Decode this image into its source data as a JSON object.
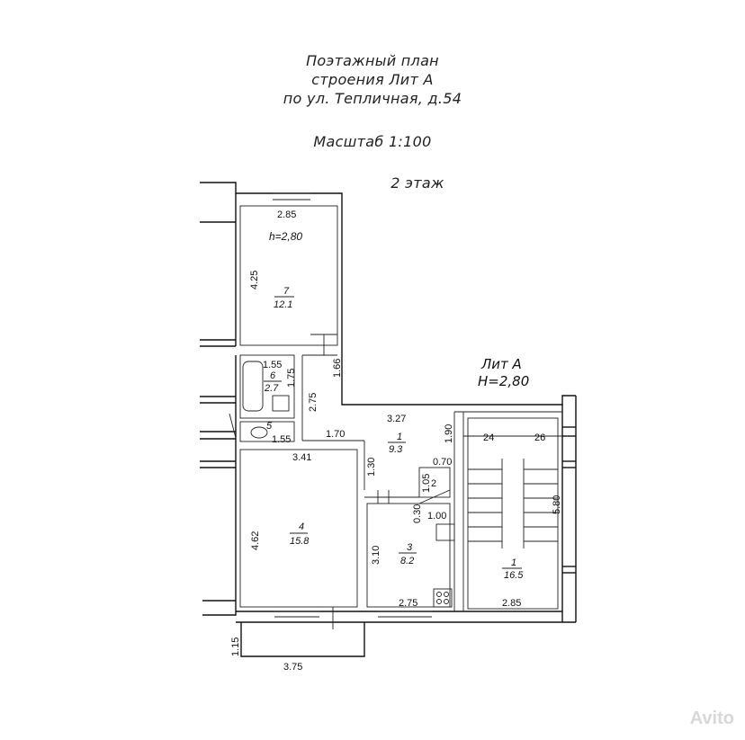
{
  "header": {
    "line1": "Поэтажный план",
    "line2": "строения Лит А",
    "line3": "по ул. Тепличная, д.54",
    "scale": "Масштаб 1:100",
    "floor": "2 этаж"
  },
  "lit": {
    "name": "Лит А",
    "height": "H=2,80"
  },
  "rooms": [
    {
      "num": "7",
      "area": "12.1",
      "height_note": "h=2,80"
    },
    {
      "num": "6",
      "area": "2.7"
    },
    {
      "num": "5",
      "area": ""
    },
    {
      "num": "1",
      "area": "9.3"
    },
    {
      "num": "2",
      "area": ""
    },
    {
      "num": "4",
      "area": "15.8"
    },
    {
      "num": "3",
      "area": "8.2"
    },
    {
      "num": "1",
      "area": "16.5"
    }
  ],
  "dimensions": {
    "d285_top": "2.85",
    "d425": "4.25",
    "d155_a": "1.55",
    "d175": "1.75",
    "d166": "1.66",
    "d275_v": "2.75",
    "d327": "3.27",
    "d190": "1.90",
    "d24": "24",
    "d26": "26",
    "d155_b": "1.55",
    "d170": "1.70",
    "d341": "3.41",
    "d130": "1.30",
    "d070": "0.70",
    "d105": "1.05",
    "d030": "0.30",
    "d100": "1.00",
    "d580": "5.80",
    "d462": "4.62",
    "d310": "3.10",
    "d275_h": "2.75",
    "d285_b": "2.85",
    "d115": "1.15",
    "d375": "3.75"
  },
  "watermark": "Avito"
}
